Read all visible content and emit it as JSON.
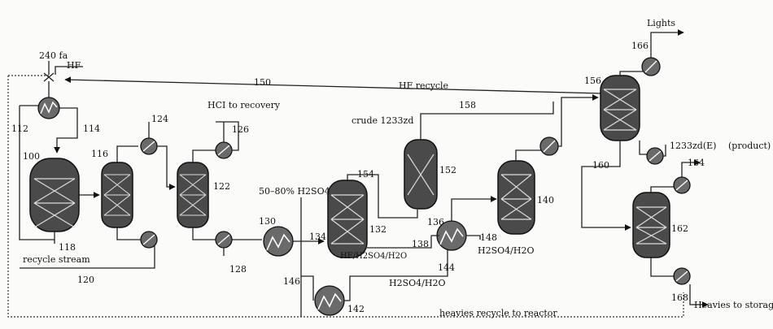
{
  "streams": {
    "s240": "240 fa",
    "hf": "HF",
    "s150": "150",
    "hf_recycle": "HF recycle",
    "hcl": "HCI to recovery",
    "s158": "158",
    "crude": "crude 1233zd",
    "lights": "Lights",
    "product_name": "1233zd(E)",
    "product": "(product)",
    "s160": "160",
    "acid": "50–80% H2SO4",
    "s154": "154",
    "mix": "HF/H2SO4/H2O",
    "s138": "138",
    "s148": "148",
    "h2so4_h2o_a": "H2SO4/H2O",
    "s144": "144",
    "h2so4_h2o_b": "H2SO4/H2O",
    "recycle_stream": "recycle stream",
    "s120": "120",
    "s146": "146",
    "s142": "142",
    "heavies_recycle": "heavies recycle to reactor",
    "heavies_storage": "Heavies to storage",
    "s112": "112",
    "s114": "114",
    "s118": "118",
    "s124": "124",
    "s126": "126",
    "s128": "128",
    "s130": "130",
    "s134": "134",
    "s164": "164",
    "s166": "166",
    "s168": "168"
  },
  "units": {
    "u100": "100",
    "u116": "116",
    "u122": "122",
    "u132": "132",
    "u136": "136",
    "u140": "140",
    "u152": "152",
    "u156": "156",
    "u162": "162"
  },
  "icons": {
    "column": "packed-column-icon",
    "exchanger": "heat-exchanger-icon",
    "reactor": "reactor-vessel-icon"
  }
}
